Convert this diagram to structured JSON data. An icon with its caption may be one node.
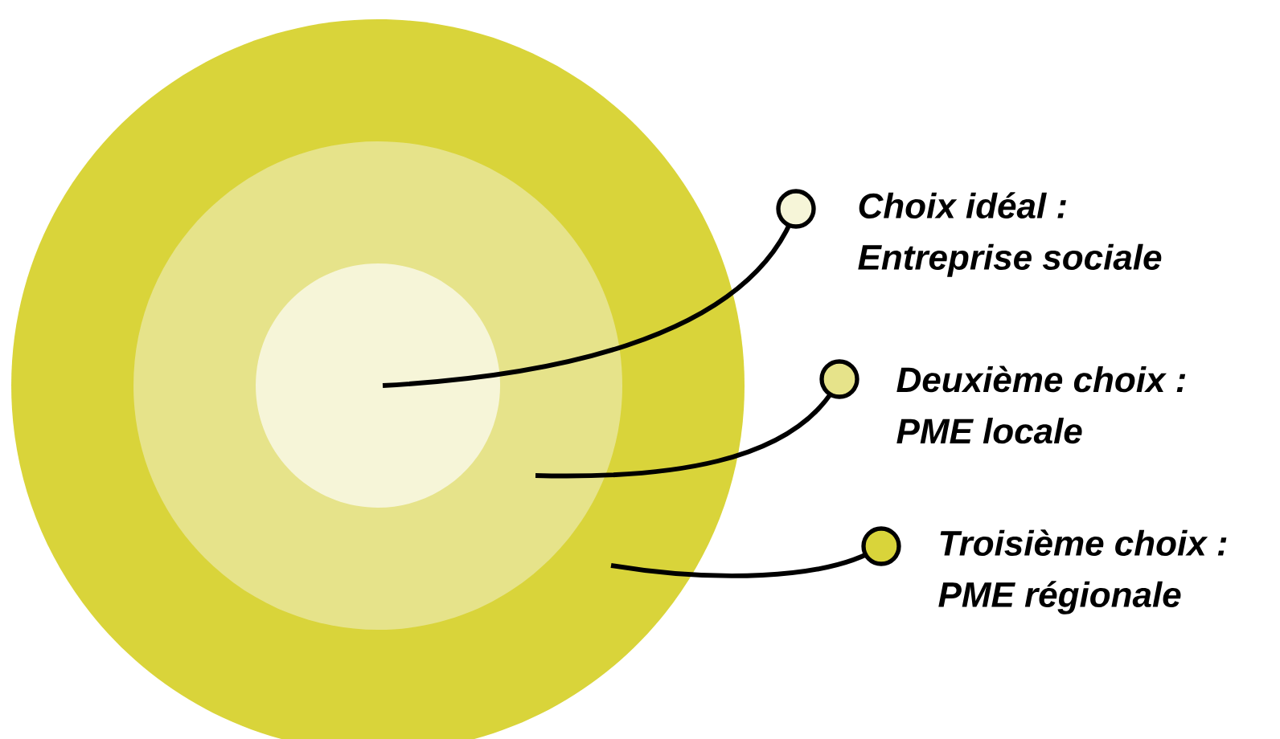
{
  "diagram": {
    "nodes": [
      {
        "text": [],
        "shape": "circle"
      },
      {
        "text": [],
        "shape": "circle",
        "in": 0
      },
      {
        "text": [],
        "shape": "circle",
        "in": 1
      },
      {
        "text": [
          "Choix idéal :",
          "Entreprise sociale"
        ]
      },
      {
        "text": [
          "Deuxième choix :",
          "PME locale"
        ]
      },
      {
        "text": [
          "Troisième choix :",
          "PME régionale"
        ]
      }
    ],
    "edges": [
      {
        "from": 3,
        "to": 2,
        "arrow": "other"
      },
      {
        "from": 4,
        "to": 1,
        "arrow": "other"
      },
      {
        "from": 5,
        "to": 0,
        "arrow": "other"
      }
    ]
  }
}
